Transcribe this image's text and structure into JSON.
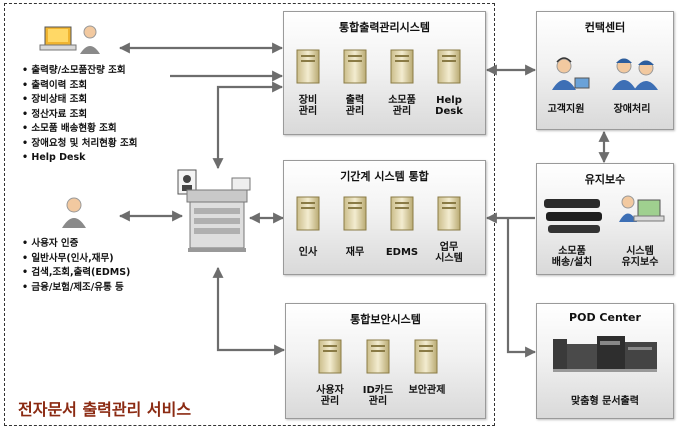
{
  "service_title": "전자문서 출력관리 서비스",
  "management": {
    "title": "통합출력관리시스템",
    "servers": [
      "장비\n관리",
      "출력\n관리",
      "소모품\n관리",
      "Help\nDesk"
    ]
  },
  "integration": {
    "title": "기간계 시스템 통합",
    "servers": [
      "인사",
      "재무",
      "EDMS",
      "업무\n시스템"
    ]
  },
  "security": {
    "title": "통합보안시스템",
    "servers": [
      "사용자\n관리",
      "ID카드\n관리",
      "보안관제"
    ]
  },
  "contact_center": {
    "title": "컨택센터",
    "items": [
      "고객지원",
      "장애처리"
    ]
  },
  "maintenance": {
    "title": "유지보수",
    "items": [
      "소모품\n배송/설치",
      "시스템\n유지보수"
    ]
  },
  "pod": {
    "title": "POD Center",
    "label": "맞춤형 문서출력"
  },
  "admin_functions": [
    "출력량/소모품잔량 조회",
    "출력이력 조회",
    "장비상태 조회",
    "정산자료 조회",
    "소모품 배송현황 조회",
    "장애요청 및 처리현황 조회",
    "Help Desk"
  ],
  "user_functions": [
    "사용자 인증",
    "일반사무(인사,재무)",
    "검색,조회,출력(EDMS)",
    "금융/보험/제조/유통 등"
  ],
  "colors": {
    "arrow": "#6d6d6d",
    "title_accent": "#8b2a12",
    "server_body": "#e9dfb9"
  }
}
